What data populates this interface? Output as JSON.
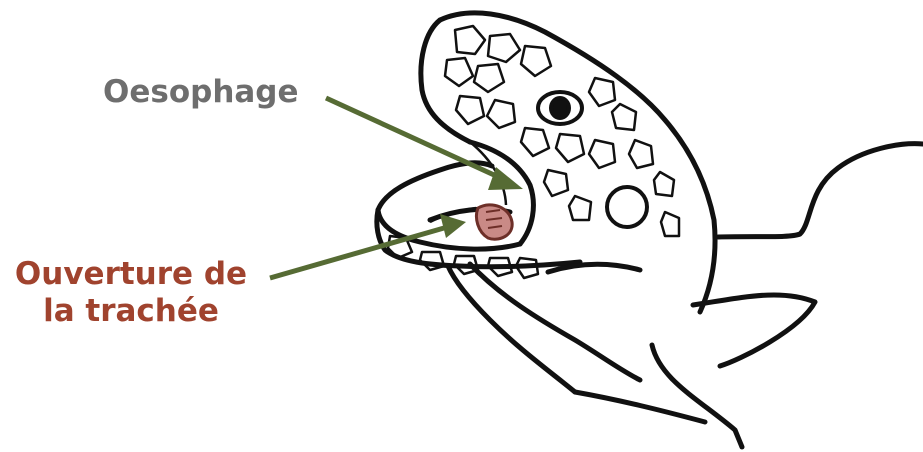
{
  "labels": {
    "oesophage": "Oesophage",
    "trachea_line1": "Ouverture de",
    "trachea_line2": "la trachée"
  },
  "colors": {
    "oesophage_label": "#6e6e6e",
    "trachea_label": "#a0432e",
    "arrow": "#566b34",
    "outline": "#111111",
    "trachea_opening": "#c98a86"
  },
  "icons": {
    "illustration": "snake-head-open-mouth",
    "pointer": "arrow"
  }
}
